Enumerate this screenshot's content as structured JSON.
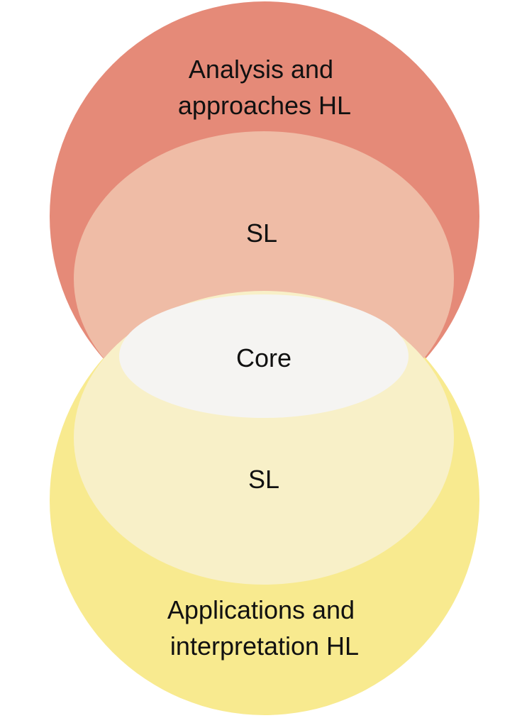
{
  "diagram": {
    "top_outer_circle": {
      "lines": [
        "Analysis and",
        "approaches HL"
      ],
      "color": "#E58A78"
    },
    "top_inner_ellipse": {
      "label": "SL",
      "color": "#EFBCA6"
    },
    "bottom_outer_circle": {
      "lines": [
        "Applications and",
        "interpretation HL"
      ],
      "color": "#F8EA8F"
    },
    "bottom_inner_ellipse": {
      "label": "SL",
      "color": "#F8F0C8"
    },
    "core_ellipse": {
      "label": "Core",
      "color": "#F5F4F2"
    }
  }
}
